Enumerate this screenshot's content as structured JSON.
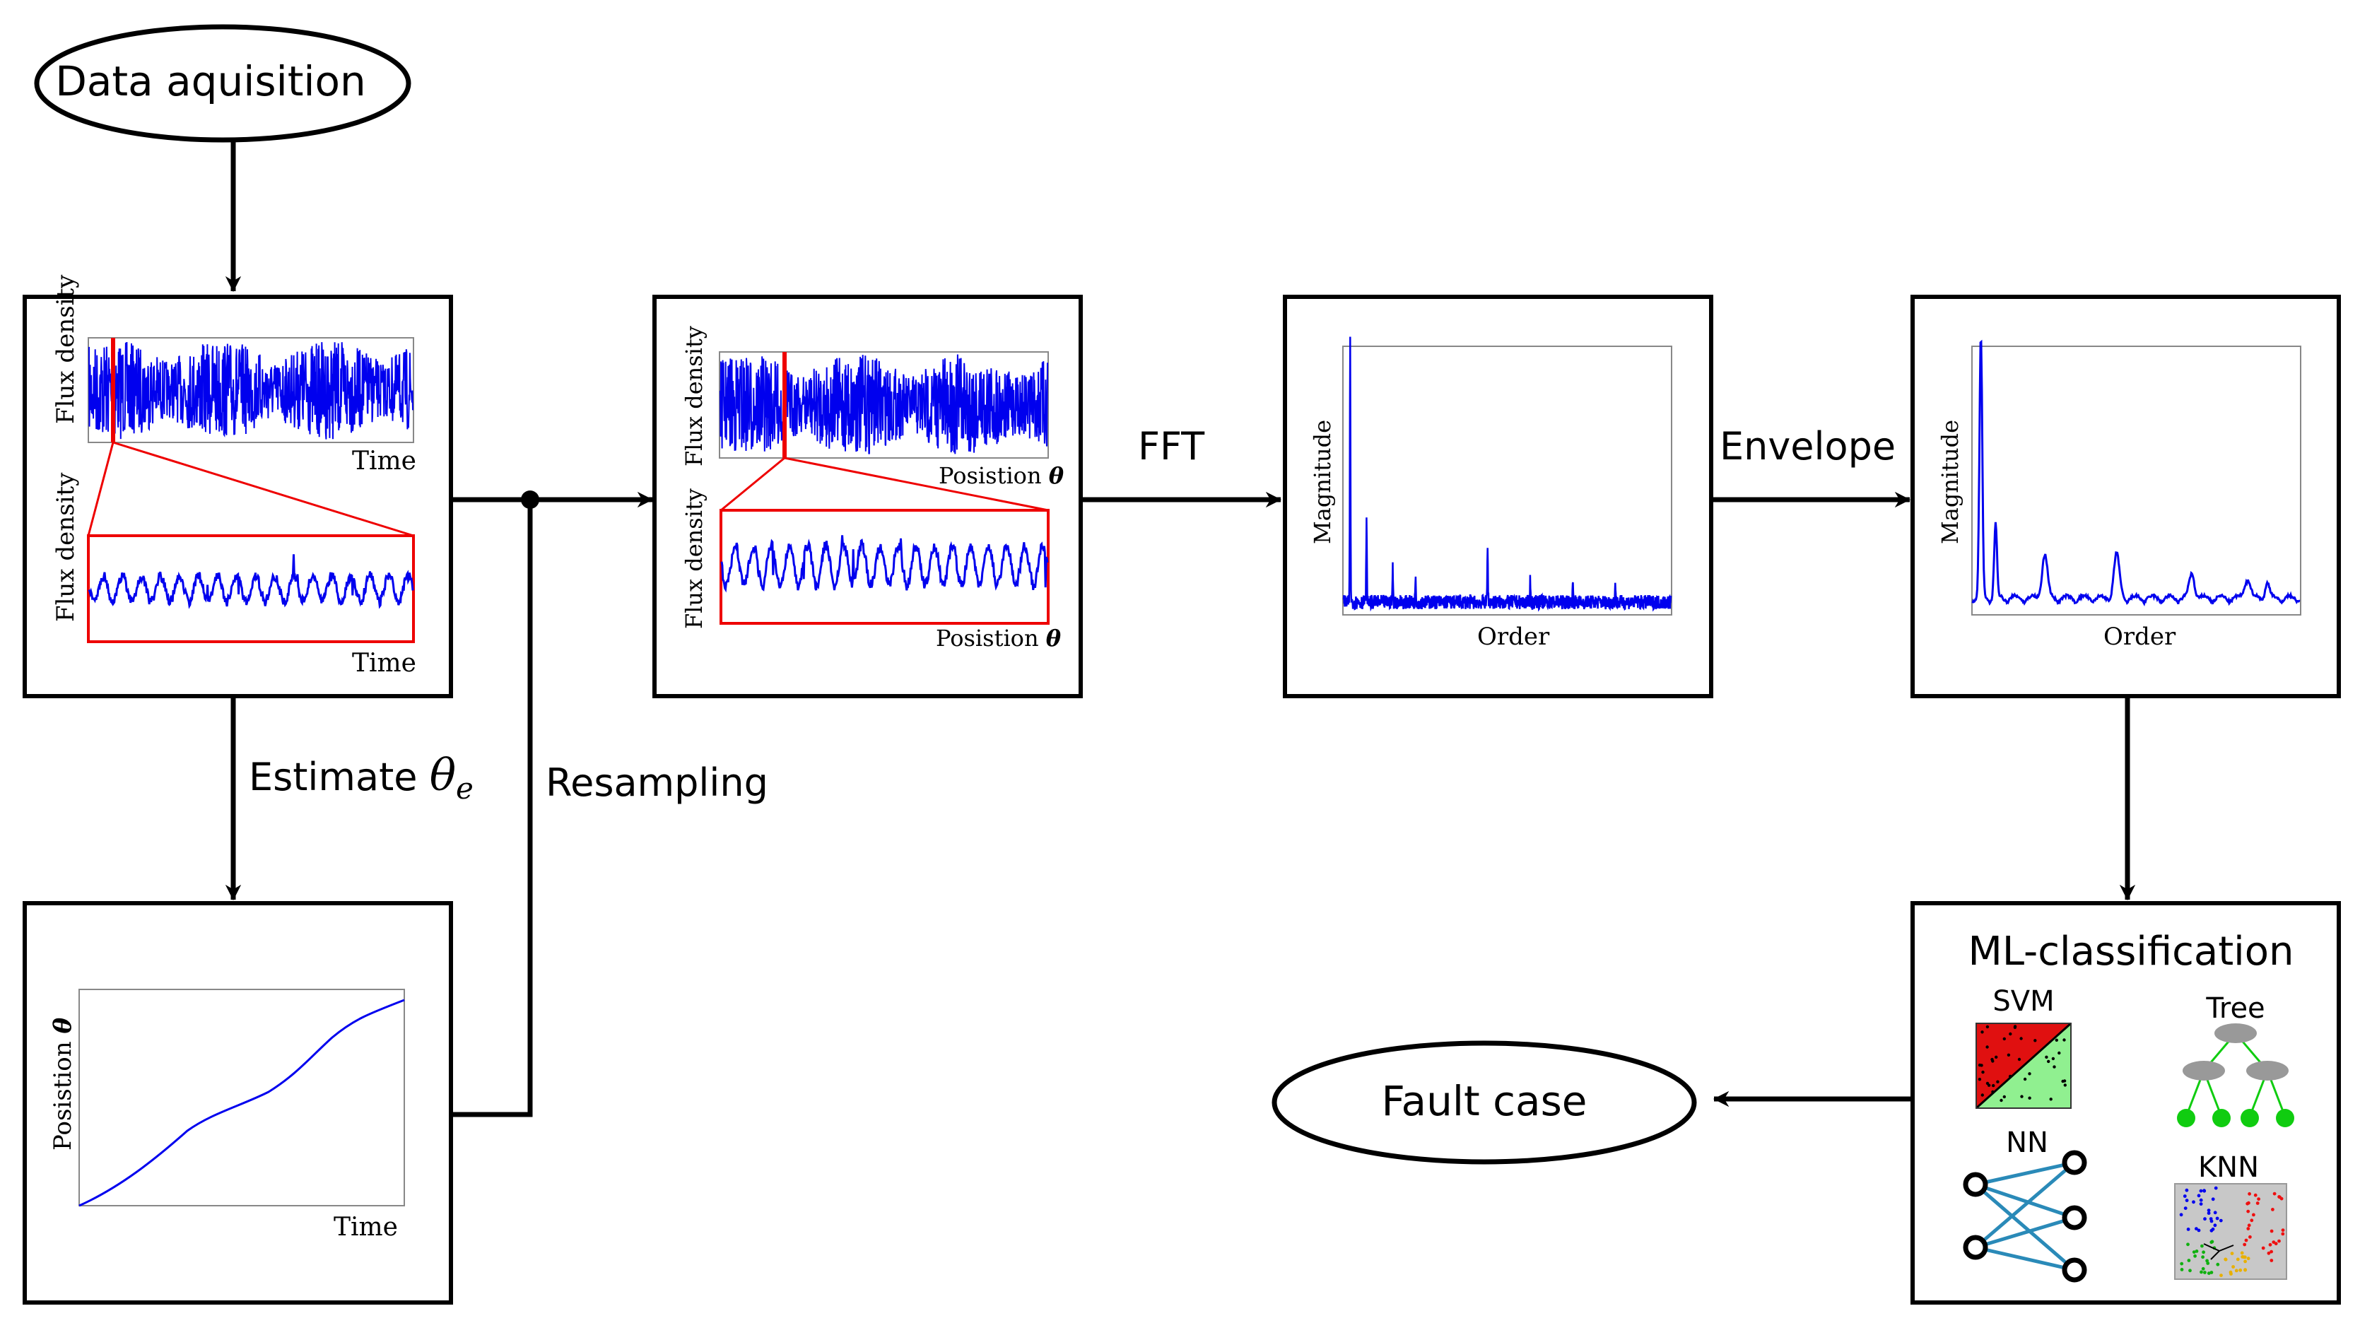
{
  "nodes": {
    "start": "Data aquisition",
    "end": "Fault case",
    "ml_title": "ML-classification"
  },
  "edges": {
    "estimate_prefix": "Estimate ",
    "estimate_symbol": "θ",
    "estimate_subscript": "e",
    "resampling": "Resampling",
    "fft": "FFT",
    "envelope": "Envelope"
  },
  "plots": {
    "flux_density": "Flux density",
    "time": "Time",
    "position_prefix": "Posistion ",
    "position_symbol": "θ",
    "magnitude": "Magnitude",
    "order": "Order"
  },
  "ml_methods": {
    "svm": "SVM",
    "tree": "Tree",
    "nn": "NN",
    "knn": "KNN"
  },
  "colors": {
    "signal": "#0000ee",
    "zoom": "#ee0000",
    "svm_red": "#e01010",
    "svm_green": "#90f090",
    "tree_node": "#999999",
    "tree_leaf": "#10cc10",
    "nn_link": "#2a8ab8",
    "knn_bg": "#c8c8c8"
  }
}
